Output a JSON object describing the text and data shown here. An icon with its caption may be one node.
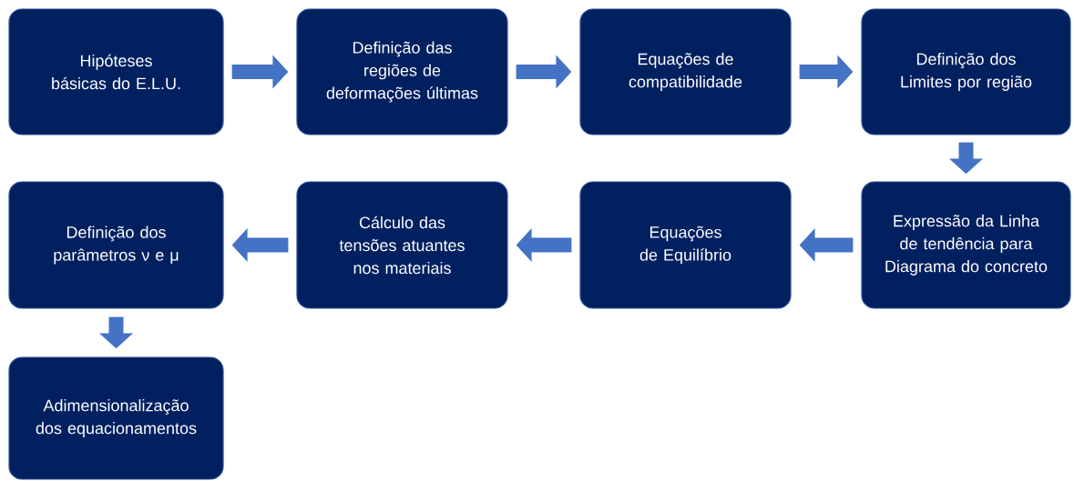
{
  "diagram": {
    "nodes": [
      {
        "text": [
          "Hipóteses básicas do E.L.U."
        ]
      },
      {
        "text": [
          "Definição das regiões de deformações últimas"
        ]
      },
      {
        "text": [
          "Equações de compatibilidade"
        ]
      },
      {
        "text": [
          "Definição dos Limites por região"
        ]
      },
      {
        "text": [
          "Definição dos parâmetros ν e μ"
        ]
      },
      {
        "text": [
          "Cálculo das tensões atuantes nos materiais"
        ]
      },
      {
        "text": [
          "Equações de Equilíbrio"
        ]
      },
      {
        "text": [
          "Expressão da Linha de tendência para Diagrama do concreto"
        ]
      },
      {
        "text": [
          "Adimensionalização dos equacionamentos"
        ]
      }
    ],
    "edges": [
      {
        "from": 0,
        "to": 1,
        "arrow": "to"
      },
      {
        "from": 1,
        "to": 2,
        "arrow": "to"
      },
      {
        "from": 2,
        "to": 3,
        "arrow": "to"
      },
      {
        "from": 3,
        "to": 7,
        "arrow": "to"
      },
      {
        "from": 7,
        "to": 6,
        "arrow": "to"
      },
      {
        "from": 6,
        "to": 5,
        "arrow": "to"
      },
      {
        "from": 5,
        "to": 4,
        "arrow": "to"
      },
      {
        "from": 4,
        "to": 8,
        "arrow": "to"
      }
    ]
  }
}
